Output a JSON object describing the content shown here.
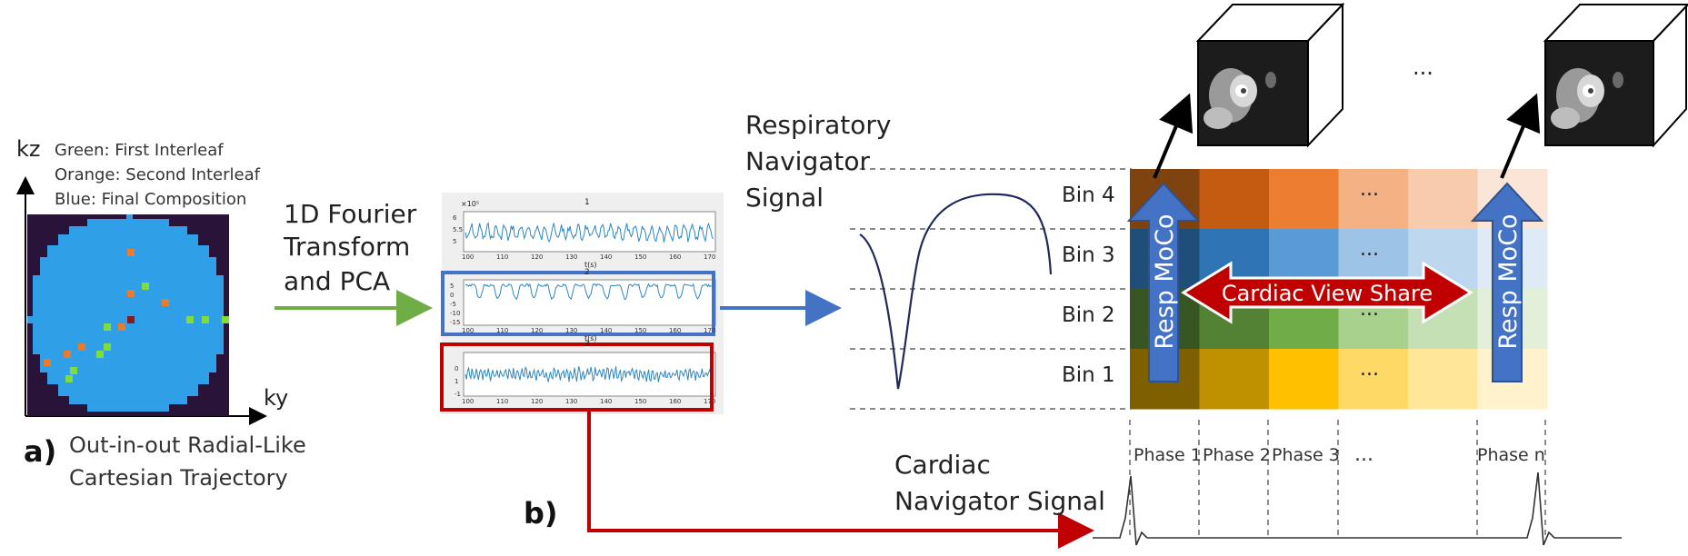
{
  "part_a": {
    "axis_kz": "kz",
    "axis_ky": "ky",
    "legend": [
      "Green: First Interleaf",
      "Orange: Second Interleaf",
      "Blue: Final Composition"
    ],
    "caption_letter": "a)",
    "caption_line1": "Out-in-out Radial-Like",
    "caption_line2": "Cartesian Trajectory"
  },
  "processing": {
    "line1": "1D Fourier",
    "line2": "Transform",
    "line3": "and PCA"
  },
  "plots": {
    "p1_title": "1",
    "p2_title": "2",
    "p3_title": "3",
    "p1_ticks": [
      "5",
      "5.5",
      "6"
    ],
    "p2_ticks": [
      "5",
      "0",
      "-5",
      "-10",
      "-15"
    ],
    "p3_ticks": [
      "0",
      "1",
      "-1"
    ],
    "x_ticks": [
      "100",
      "110",
      "120",
      "130",
      "140",
      "150",
      "160",
      "170"
    ],
    "x_label": "t(s)",
    "exponent": "×10⁵"
  },
  "respiratory": {
    "line1": "Respiratory",
    "line2": "Navigator",
    "line3": "Signal"
  },
  "bins": [
    "Bin 4",
    "Bin 3",
    "Bin 2",
    "Bin 1"
  ],
  "phases": [
    "Phase 1",
    "Phase 2",
    "Phase 3",
    "...",
    "Phase n"
  ],
  "grid_ellipsis": "...",
  "cube_ellipsis": "...",
  "resp_moco": "Resp MoCo",
  "cardiac_view_share": "Cardiac View Share",
  "cardiac": {
    "line1": "Cardiac",
    "line2": "Navigator Signal"
  },
  "part_b_letter": "b)",
  "colors": {
    "green_arrow": "#70ad47",
    "blue_arrow": "#4472c4",
    "red_arrow": "#c00000",
    "kspace_bg": "#2a1338",
    "kspace_fill": "#2f9fe8",
    "sample_green": "#7fdc3c",
    "sample_orange": "#e87c2c",
    "sample_dark": "#8b1a1a"
  }
}
